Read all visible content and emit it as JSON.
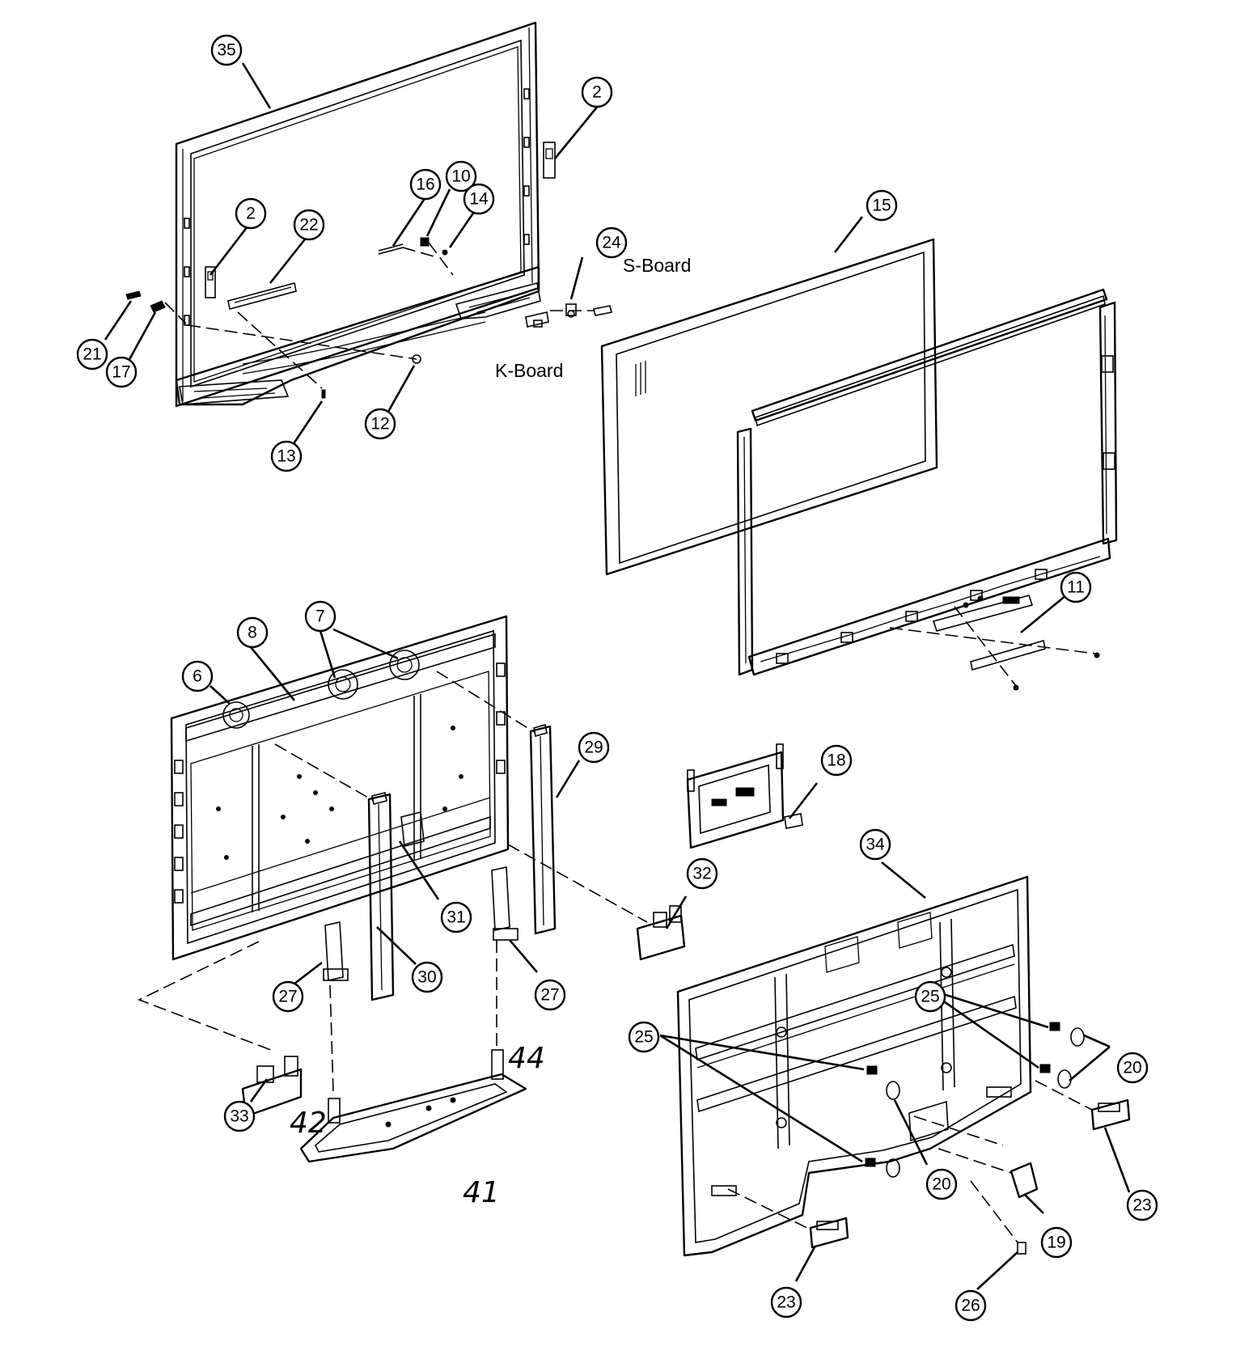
{
  "callouts": {
    "c35": "35",
    "c2a": "2",
    "c2b": "2",
    "c16": "16",
    "c10": "10",
    "c14": "14",
    "c22": "22",
    "c24": "24",
    "c21": "21",
    "c17": "17",
    "c12": "12",
    "c13": "13",
    "c15": "15",
    "c11": "11",
    "c8": "8",
    "c7": "7",
    "c6": "6",
    "c29": "29",
    "c18": "18",
    "c34": "34",
    "c32": "32",
    "c31": "31",
    "c30": "30",
    "c27a": "27",
    "c27b": "27",
    "c25a": "25",
    "c25b": "25",
    "c20a": "20",
    "c20b": "20",
    "c33": "33",
    "c23a": "23",
    "c23b": "23",
    "c19": "19",
    "c26": "26"
  },
  "labels": {
    "s_board": "S-Board",
    "k_board": "K-Board"
  },
  "handwritten": {
    "h44": "44",
    "h42": "42",
    "h41": "41"
  }
}
